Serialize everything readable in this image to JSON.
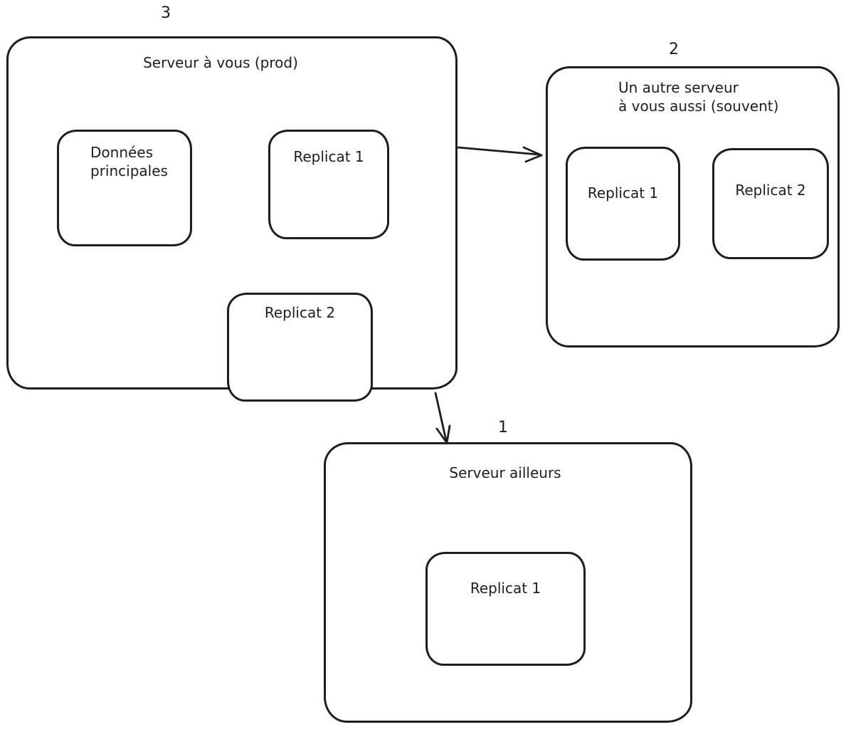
{
  "colors": {
    "stroke": "#1e1e1e",
    "canvas_bg": "#ffffff"
  },
  "clusters": {
    "prod": {
      "badge": "3",
      "title": "Serveur à vous (prod)",
      "nodes": {
        "primary": {
          "line1": "Données",
          "line2": "principales"
        },
        "rep1": {
          "label": "Replicat 1"
        },
        "rep2": {
          "label": "Replicat 2"
        }
      }
    },
    "other": {
      "badge": "2",
      "title_line1": "Un autre serveur",
      "title_line2": "à vous aussi (souvent)",
      "nodes": {
        "rep1": {
          "label": "Replicat 1"
        },
        "rep2": {
          "label": "Replicat 2"
        }
      }
    },
    "elsewhere": {
      "badge": "1",
      "title": "Serveur ailleurs",
      "nodes": {
        "rep1": {
          "label": "Replicat 1"
        }
      }
    }
  },
  "edges": [
    {
      "from": "Données principales",
      "to": "Replicat 1 (prod)"
    },
    {
      "from": "Données principales",
      "to": "Replicat 2 (prod)"
    },
    {
      "from": "Serveur à vous (prod)",
      "to": "Un autre serveur à vous aussi (souvent)"
    },
    {
      "from": "Serveur à vous (prod)",
      "to": "Serveur ailleurs"
    }
  ]
}
